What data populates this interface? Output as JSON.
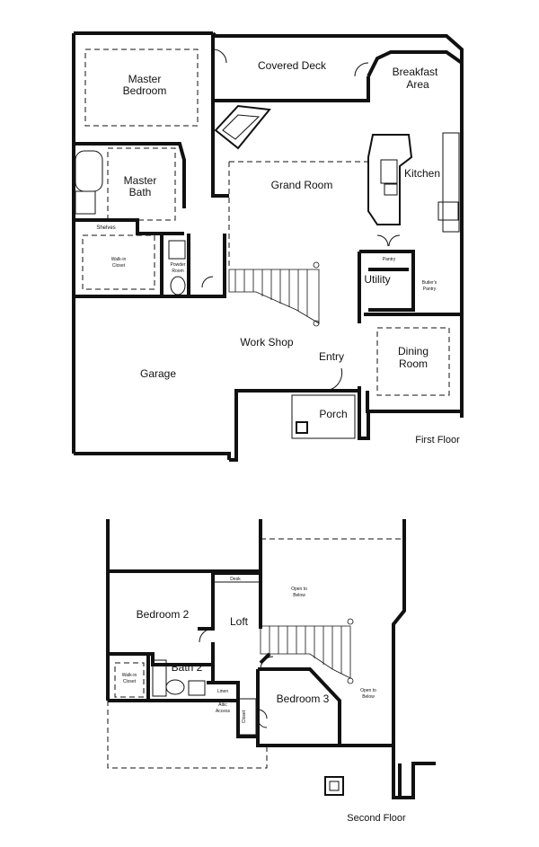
{
  "first_floor": {
    "title": "First Floor",
    "rooms": {
      "master_bedroom": [
        "Master",
        "Bedroom"
      ],
      "covered_deck": "Covered Deck",
      "breakfast_area": [
        "Breakfast",
        "Area"
      ],
      "master_bath": [
        "Master",
        "Bath"
      ],
      "grand_room": "Grand Room",
      "kitchen": "Kitchen",
      "shelves": "Shelves",
      "walk_in_closet": [
        "Walk-in",
        "Closet"
      ],
      "powder_room": [
        "Powder",
        "Room"
      ],
      "pantry": "Pantry",
      "utility": "Utility",
      "butlers_pantry": [
        "Butler's",
        "Pantry"
      ],
      "work_shop": "Work Shop",
      "entry": "Entry",
      "dining_room": [
        "Dining",
        "Room"
      ],
      "garage": "Garage",
      "porch": "Porch"
    }
  },
  "second_floor": {
    "title": "Second Floor",
    "rooms": {
      "desk": "Desk",
      "open_to_below_1": [
        "Open to",
        "Below"
      ],
      "bedroom_2": "Bedroom 2",
      "loft": "Loft",
      "bath_2": "Bath 2",
      "linen": "Linen",
      "attic_access": [
        "Attic",
        "Access"
      ],
      "closet": "Closet",
      "bedroom_3": "Bedroom 3",
      "open_to_below_2": [
        "Open to",
        "Below"
      ],
      "walk_in_closet": [
        "Walk-in",
        "Closet"
      ]
    }
  }
}
